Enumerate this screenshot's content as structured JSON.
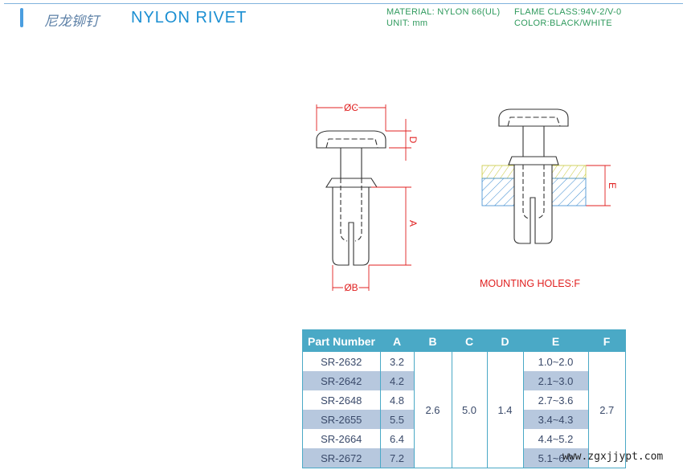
{
  "header": {
    "title_cn": "尼龙铆钉",
    "title_en": "NYLON RIVET",
    "material": "MATERIAL: NYLON 66(UL)",
    "unit": "UNIT: mm",
    "flame_class": "FLAME CLASS:94V-2/V-0",
    "color": "COLOR:BLACK/WHITE"
  },
  "drawing": {
    "label_c": "ØC",
    "label_d": "D",
    "label_a": "A",
    "label_b": "ØB",
    "label_e": "E",
    "mounting_holes": "MOUNTING HOLES:F"
  },
  "table": {
    "headers": [
      "Part Number",
      "A",
      "B",
      "C",
      "D",
      "E",
      "F"
    ],
    "shared": {
      "B": "2.6",
      "C": "5.0",
      "D": "1.4",
      "F": "2.7"
    },
    "rows": [
      {
        "part": "SR-2632",
        "A": "3.2",
        "E": "1.0~2.0"
      },
      {
        "part": "SR-2642",
        "A": "4.2",
        "E": "2.1~3.0"
      },
      {
        "part": "SR-2648",
        "A": "4.8",
        "E": "2.7~3.6"
      },
      {
        "part": "SR-2655",
        "A": "5.5",
        "E": "3.4~4.3"
      },
      {
        "part": "SR-2664",
        "A": "6.4",
        "E": "4.4~5.2"
      },
      {
        "part": "SR-2672",
        "A": "7.2",
        "E": "5.1~6.0"
      }
    ]
  },
  "watermark": "www.zgxjjypt.com",
  "colors": {
    "accent": "#1b8fd2",
    "spec_text": "#2f9a5d",
    "dimension": "#e02020",
    "table_header": "#4aa9c6",
    "row_alt": "#b7c8de"
  }
}
